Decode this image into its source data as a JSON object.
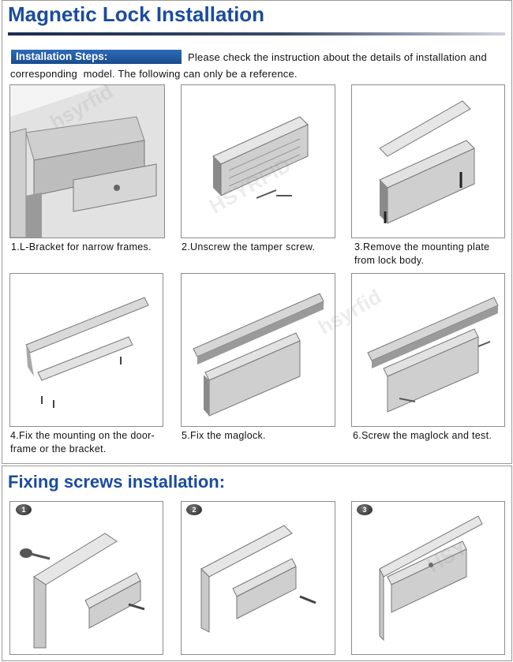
{
  "header": {
    "title": "Magnetic Lock Installation"
  },
  "installation": {
    "steps_label": "Installation Steps:",
    "intro_line1": "Please check the instruction about the details of installation and",
    "intro_line2": "corresponding  model. The following can only be a reference.",
    "steps": [
      {
        "line1": "1.L-Bracket for narrow frames.",
        "line2": ""
      },
      {
        "line1": "2.Unscrew the tamper screw.",
        "line2": ""
      },
      {
        "line1": "3.Remove the mounting plate",
        "line2": "from lock body."
      },
      {
        "line1": "4.Fix the mounting on the door-",
        "line2": "frame or the bracket."
      },
      {
        "line1": "5.Fix the maglock.",
        "line2": ""
      },
      {
        "line1": "6.Screw the maglock and test.",
        "line2": ""
      }
    ]
  },
  "fixing": {
    "title": "Fixing screws installation:",
    "badges": [
      "1",
      "2",
      "3"
    ]
  },
  "watermarks": [
    "hsyrfid",
    "HSYRFID",
    "HSY"
  ],
  "colors": {
    "title_blue": "#1a4c9e",
    "bar_blue": "#1f5aa6",
    "metal": "#c9c9c9"
  }
}
